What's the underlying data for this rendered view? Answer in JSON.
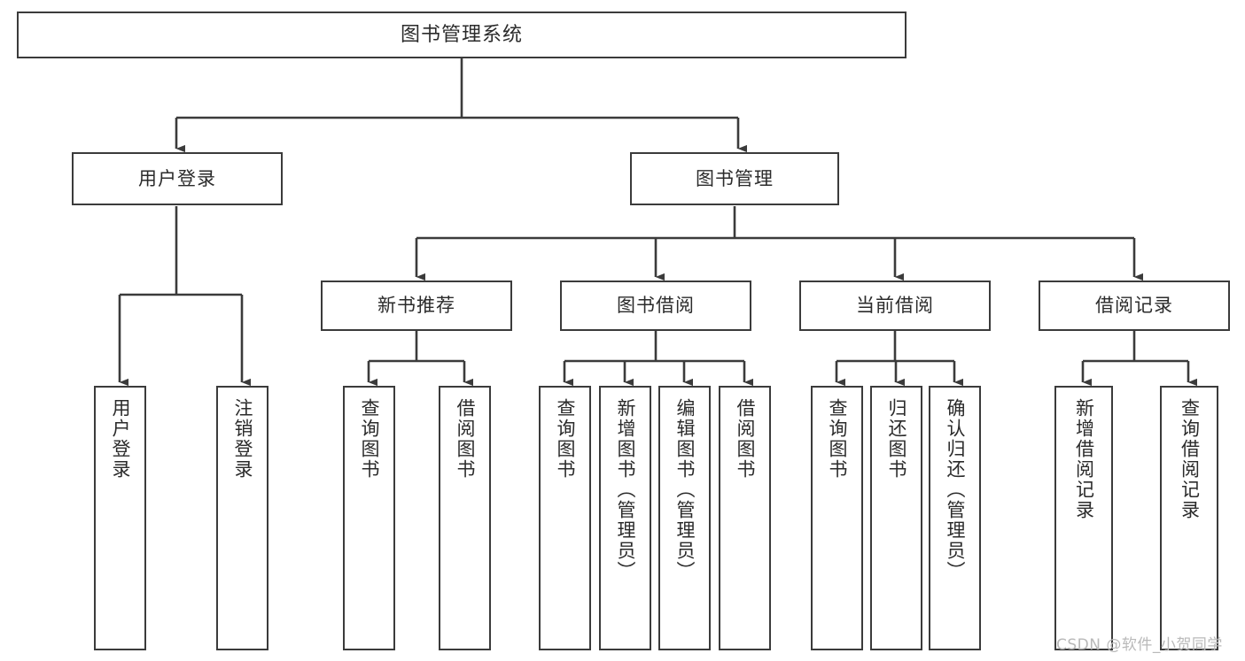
{
  "diagram": {
    "title_node": {
      "label": "图书管理系统"
    },
    "level1": [
      {
        "id": "user-login",
        "label": "用户登录"
      },
      {
        "id": "book-manage",
        "label": "图书管理"
      }
    ],
    "level2": [
      {
        "id": "new-book-rec",
        "label": "新书推荐"
      },
      {
        "id": "book-borrow",
        "label": "图书借阅"
      },
      {
        "id": "current-borrow",
        "label": "当前借阅"
      },
      {
        "id": "borrow-record",
        "label": "借阅记录"
      }
    ],
    "leaves": [
      {
        "id": "leaf-user-login",
        "label": "用户登录",
        "parent": "user-login"
      },
      {
        "id": "leaf-logout",
        "label": "注销登录",
        "parent": "user-login"
      },
      {
        "id": "leaf-query-book-1",
        "label": "查询图书",
        "parent": "new-book-rec"
      },
      {
        "id": "leaf-borrow-book-1",
        "label": "借阅图书",
        "parent": "new-book-rec"
      },
      {
        "id": "leaf-query-book-2",
        "label": "查询图书",
        "parent": "book-borrow"
      },
      {
        "id": "leaf-add-book",
        "label": "新增图书（管理员）",
        "parent": "book-borrow"
      },
      {
        "id": "leaf-edit-book",
        "label": "编辑图书（管理员）",
        "parent": "book-borrow"
      },
      {
        "id": "leaf-borrow-book-2",
        "label": "借阅图书",
        "parent": "book-borrow"
      },
      {
        "id": "leaf-query-book-3",
        "label": "查询图书",
        "parent": "current-borrow"
      },
      {
        "id": "leaf-return-book",
        "label": "归还图书",
        "parent": "current-borrow"
      },
      {
        "id": "leaf-confirm-return",
        "label": "确认归还（管理员）",
        "parent": "current-borrow"
      },
      {
        "id": "leaf-add-record",
        "label": "新增借阅记录",
        "parent": "borrow-record"
      },
      {
        "id": "leaf-query-record",
        "label": "查询借阅记录",
        "parent": "borrow-record"
      }
    ],
    "watermark": "CSDN @软件_小贺同学",
    "colors": {
      "stroke": "#3b3b3b",
      "text": "#2b2b2b",
      "background": "#ffffff",
      "watermark": "#b9b9b9"
    }
  }
}
